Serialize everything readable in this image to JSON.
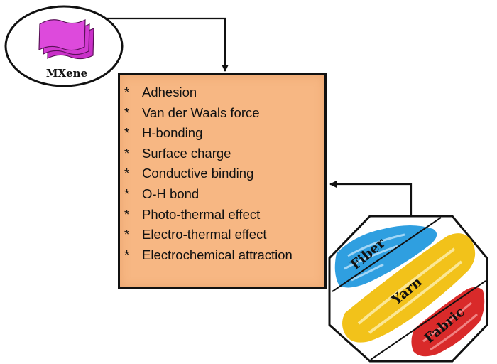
{
  "colors": {
    "mxene_sheet": "#d23ad1",
    "box_fill": "#f7b783",
    "fiber": "#2f9fe0",
    "yarn": "#f2c21a",
    "fabric": "#d92a2a",
    "outline": "#111111"
  },
  "source": {
    "label": "MXene",
    "icon": "mxene-sheets-icon"
  },
  "mechanisms": {
    "bullet": "*",
    "items": [
      "Adhesion",
      "Van der Waals force",
      "H-bonding",
      "Surface charge",
      "Conductive binding",
      "O-H bond",
      "Photo-thermal effect",
      "Electro-thermal effect",
      "Electrochemical attraction"
    ]
  },
  "textiles": {
    "items": [
      "Fiber",
      "Yarn",
      "Fabric"
    ]
  }
}
